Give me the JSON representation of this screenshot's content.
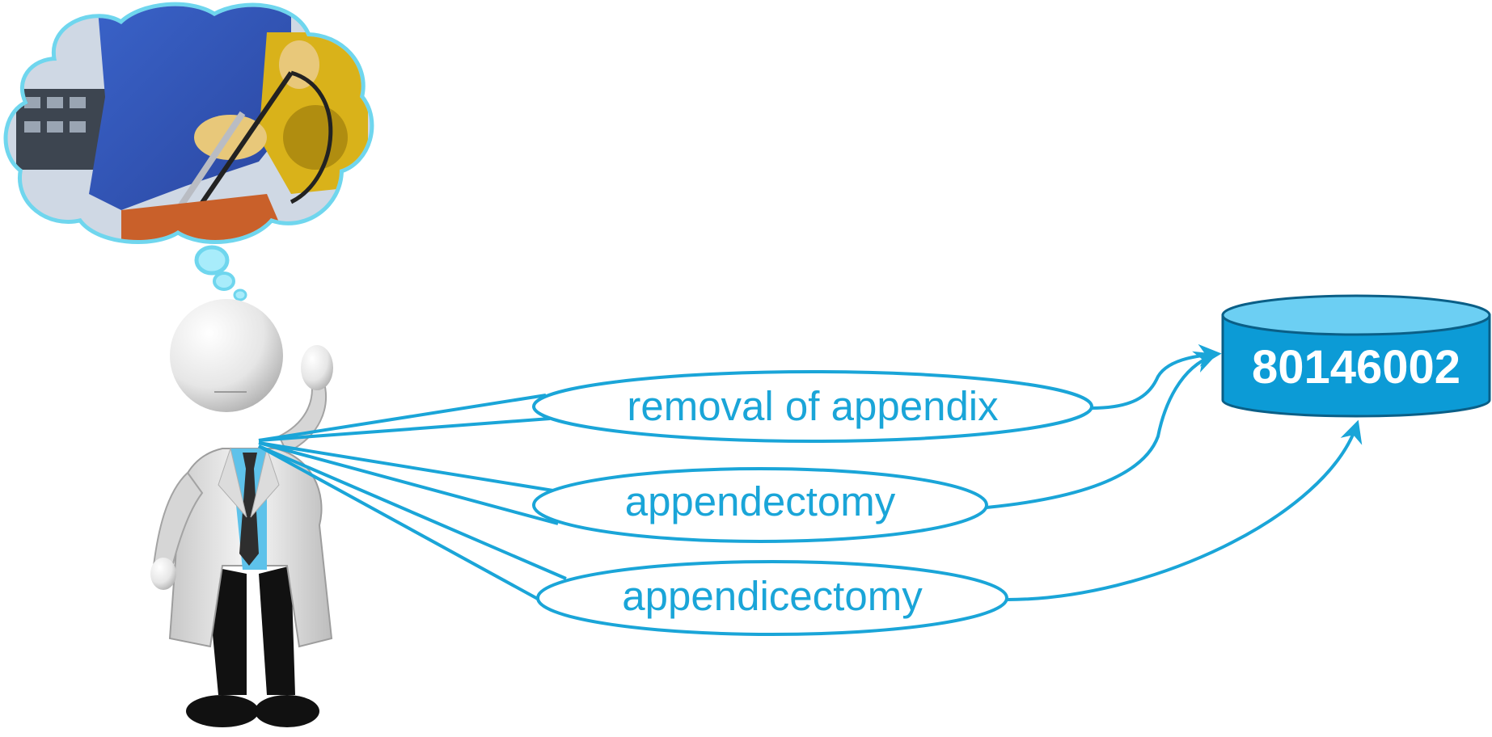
{
  "concept_code": "80146002",
  "terms": [
    {
      "label": "removal of appendix"
    },
    {
      "label": "appendectomy"
    },
    {
      "label": "appendicectomy"
    }
  ],
  "colors": {
    "line": "#1aa5d8",
    "term_text": "#1aa5d8",
    "database_fill": "#0c9bd6",
    "database_top": "#6ccff3",
    "cloud_border": "#6fd6ee"
  },
  "icons": {
    "thought": "thought-cloud-surgery-icon",
    "person": "doctor-figure-icon",
    "database": "database-cylinder-icon"
  }
}
